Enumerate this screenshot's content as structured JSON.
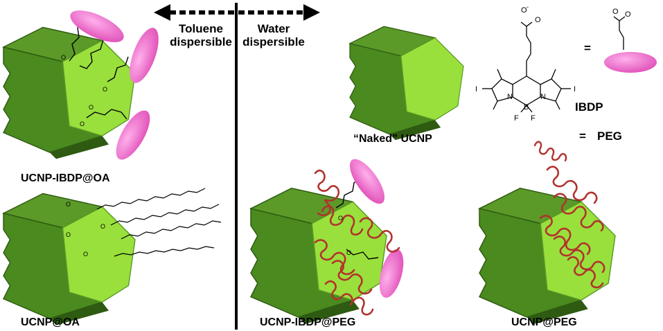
{
  "header": {
    "left_label_line1": "Toluene",
    "left_label_line2": "dispersible",
    "right_label_line1": "Water",
    "right_label_line2": "dispersible"
  },
  "particles": [
    {
      "label": "UCNP-IBDP@OA"
    },
    {
      "label": "UCNP@OA"
    },
    {
      "label": "“Naked” UCNP"
    },
    {
      "label": "UCNP-IBDP@PEG"
    },
    {
      "label": "UCNP@PEG"
    }
  ],
  "legend": {
    "equals": "=",
    "ibdp_label": "IBDP",
    "peg_label": "PEG",
    "atoms": {
      "I": "I",
      "N": "N",
      "B": "B",
      "F": "F",
      "O_minus": "O",
      "minus": "-"
    }
  },
  "colors": {
    "crystal_front": "#99e03c",
    "crystal_side": "#4a8a1e",
    "crystal_dark": "#2e5a12",
    "dye": "#ec68c8",
    "peg": "#b2322d"
  }
}
